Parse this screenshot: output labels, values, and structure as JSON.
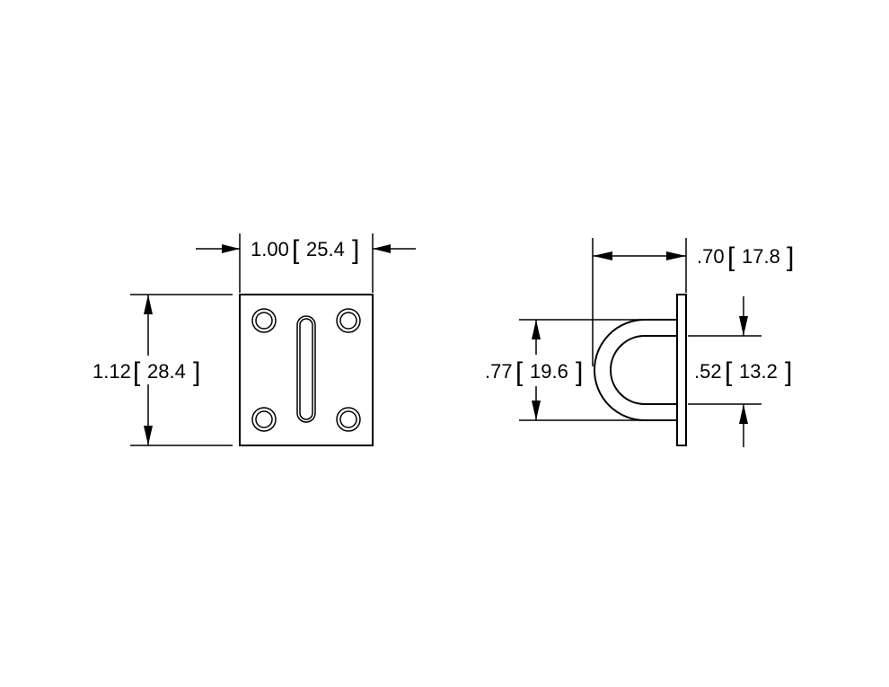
{
  "dimensions": {
    "width": {
      "inch": "1.00",
      "mm": "25.4"
    },
    "height": {
      "inch": "1.12",
      "mm": "28.4"
    },
    "depth": {
      "inch": ".70",
      "mm": "17.8"
    },
    "outer_span": {
      "inch": ".77",
      "mm": "19.6"
    },
    "inner_span": {
      "inch": ".52",
      "mm": "13.2"
    }
  },
  "bracket_open": "[",
  "bracket_close": "]"
}
